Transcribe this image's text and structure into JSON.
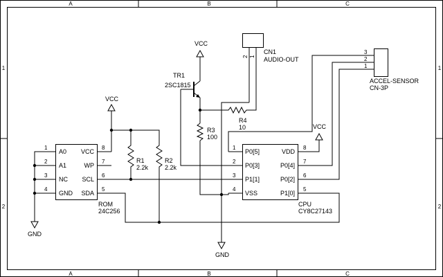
{
  "grid": {
    "columns": [
      "A",
      "B",
      "C"
    ],
    "rows": [
      "1",
      "2"
    ]
  },
  "power": {
    "vcc": "VCC",
    "gnd": "GND"
  },
  "rom": {
    "ref": "ROM",
    "part": "24C256",
    "left_pins": [
      {
        "num": "1",
        "name": "A0"
      },
      {
        "num": "2",
        "name": "A1"
      },
      {
        "num": "3",
        "name": "NC"
      },
      {
        "num": "4",
        "name": "GND"
      }
    ],
    "right_pins": [
      {
        "num": "8",
        "name": "VCC"
      },
      {
        "num": "7",
        "name": "WP"
      },
      {
        "num": "6",
        "name": "SCL"
      },
      {
        "num": "5",
        "name": "SDA"
      }
    ]
  },
  "cpu": {
    "ref": "CPU",
    "part": "CY8C27143",
    "left_pins": [
      {
        "num": "1",
        "name": "P0[5]"
      },
      {
        "num": "2",
        "name": "P0[3]"
      },
      {
        "num": "3",
        "name": "P1[1]"
      },
      {
        "num": "4",
        "name": "VSS"
      }
    ],
    "right_pins": [
      {
        "num": "8",
        "name": "VDD"
      },
      {
        "num": "7",
        "name": "P0[4]"
      },
      {
        "num": "6",
        "name": "P0[2]"
      },
      {
        "num": "5",
        "name": "P1[0]"
      }
    ]
  },
  "r1": {
    "ref": "R1",
    "value": "2.2k"
  },
  "r2": {
    "ref": "R2",
    "value": "2.2k"
  },
  "r3": {
    "ref": "R3",
    "value": "100"
  },
  "r4": {
    "ref": "R4",
    "value": "10"
  },
  "tr1": {
    "ref": "TR1",
    "part": "2SC1815"
  },
  "cn1": {
    "ref": "CN1",
    "name": "AUDIO-OUT",
    "pins": [
      "2",
      "1"
    ]
  },
  "accel": {
    "name": "ACCEL-SENSOR",
    "part": "CN-3P",
    "pins": [
      "3",
      "2",
      "1"
    ]
  }
}
